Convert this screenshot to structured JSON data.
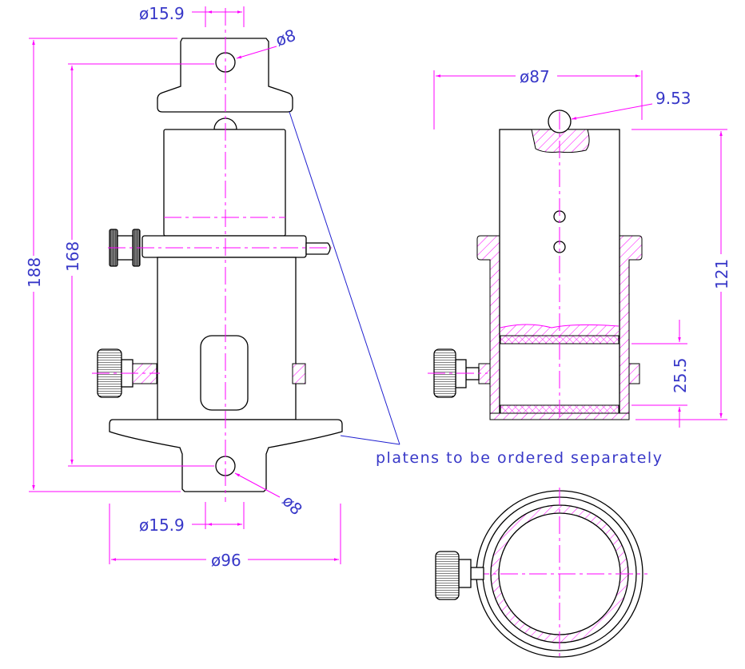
{
  "drawing": {
    "colors": {
      "dimension": "#ff00ff",
      "text": "#3838c8",
      "outline": "#000000",
      "leader": "#2020d0"
    },
    "side_view": {
      "dia_top_stem": "ø15.9",
      "dia_top_hole": "ø8",
      "height_overall": "188",
      "height_holes": "168",
      "dia_bottom_stem": "ø15.9",
      "dia_bottom_hole": "ø8",
      "dia_base": "ø96"
    },
    "section_view": {
      "dia_outer": "ø87",
      "ball_dia": "9.53",
      "height": "121",
      "platen_gap": "25.5"
    },
    "note": "platens to be ordered separately"
  }
}
